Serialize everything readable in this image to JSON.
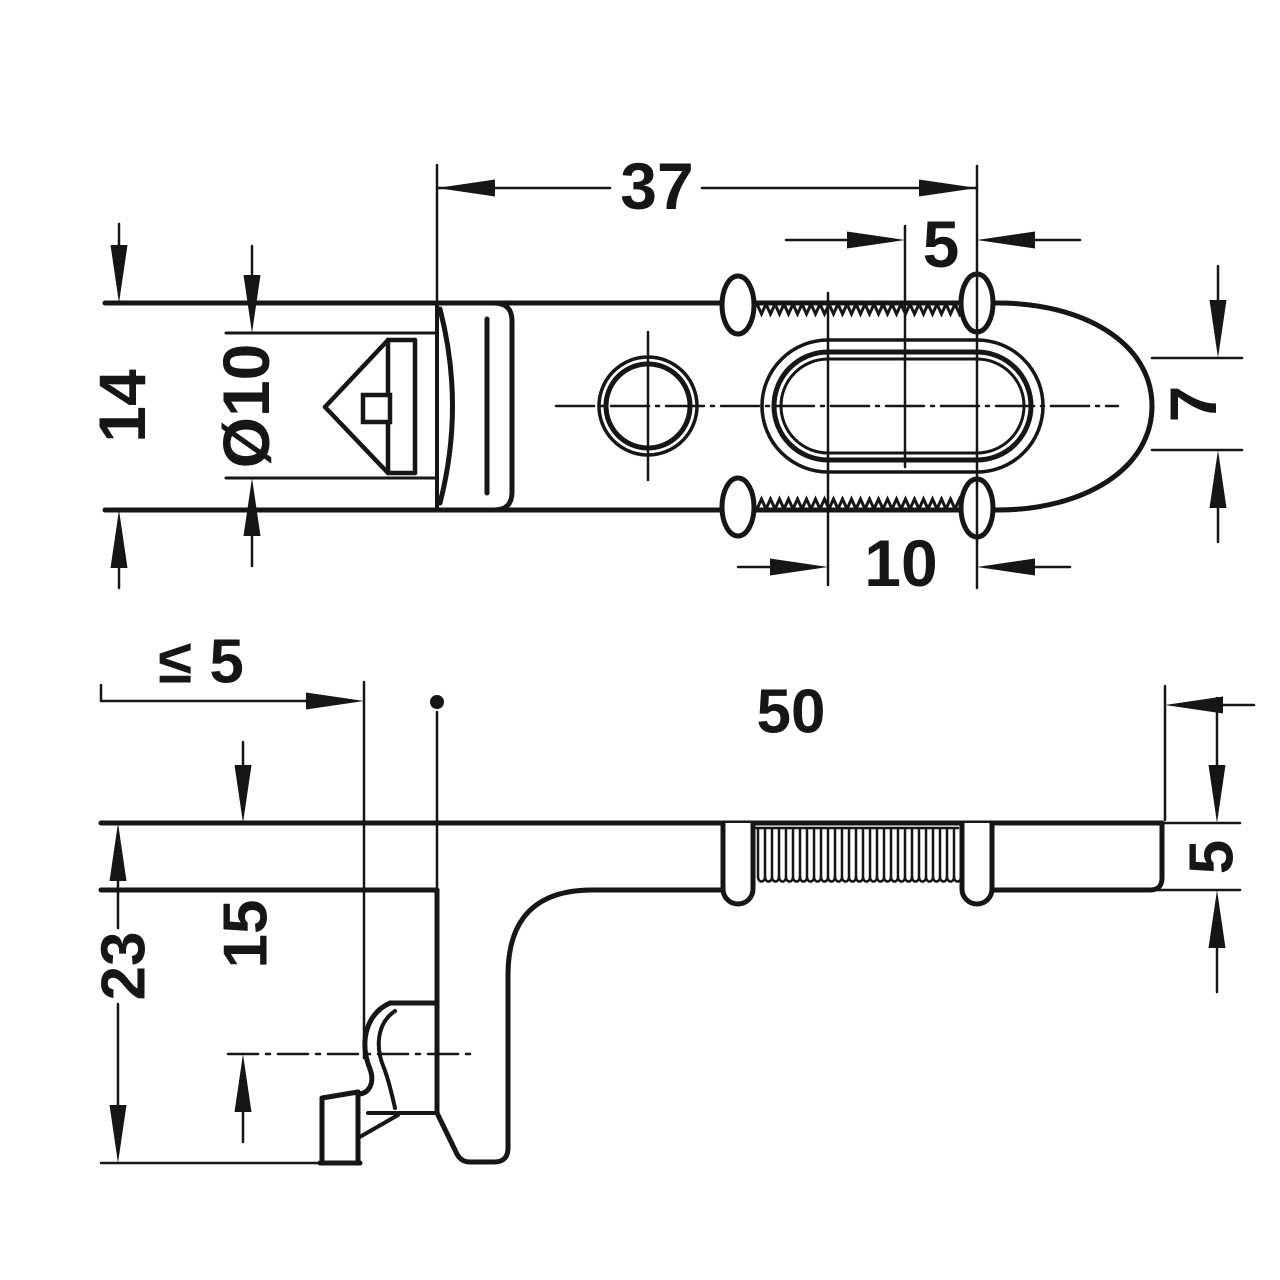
{
  "page": {
    "background": "#ffffff",
    "line_color": "#161616"
  },
  "top_view": {
    "title": "plan view of cabinet hanger",
    "dims": {
      "overall_width": "37",
      "slot_end_offset": "5",
      "slot_length": "10",
      "screw_head_diameter": "Ø10",
      "body_height": "14",
      "end_height": "7"
    }
  },
  "side_view": {
    "title": "side view of cabinet hanger",
    "dims": {
      "panel_gap": "≤ 5",
      "arm_length": "50",
      "arm_thickness": "5",
      "hook_center_depth": "15",
      "overall_height": "23"
    }
  }
}
